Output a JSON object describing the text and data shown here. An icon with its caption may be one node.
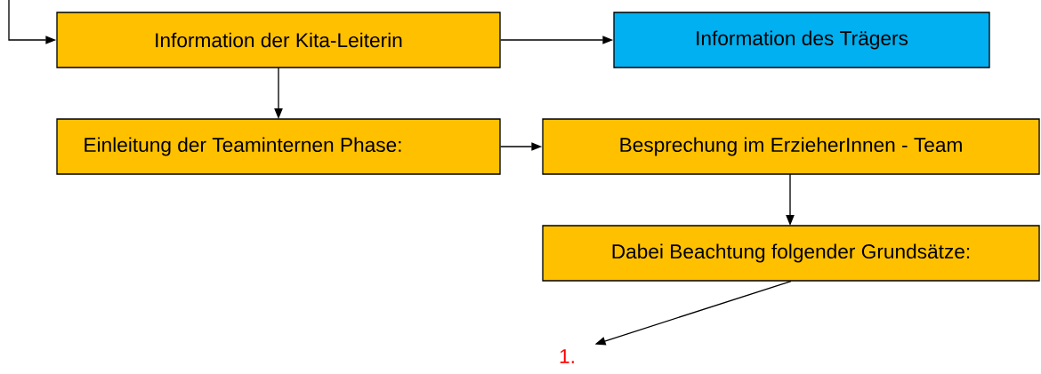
{
  "diagram": {
    "nodes": [
      {
        "text": [
          "Information der Kita-Leiterin"
        ]
      },
      {
        "text": [
          "Information des Trägers"
        ]
      },
      {
        "text": [
          "Einleitung der Teaminternen Phase:"
        ]
      },
      {
        "text": [
          "Besprechung im ErzieherInnen - Team"
        ]
      },
      {
        "text": [
          "Dabei Beachtung folgender Grundsätze:"
        ]
      },
      {
        "text": [
          "1."
        ]
      }
    ],
    "edges": [
      {
        "from": null,
        "to": 0,
        "arrow": "to"
      },
      {
        "from": 0,
        "to": 1,
        "arrow": "to"
      },
      {
        "from": 0,
        "to": 2,
        "arrow": "to"
      },
      {
        "from": 2,
        "to": 3,
        "arrow": "to"
      },
      {
        "from": 3,
        "to": 4,
        "arrow": "to"
      },
      {
        "from": 4,
        "to": 5,
        "arrow": "to"
      }
    ]
  }
}
